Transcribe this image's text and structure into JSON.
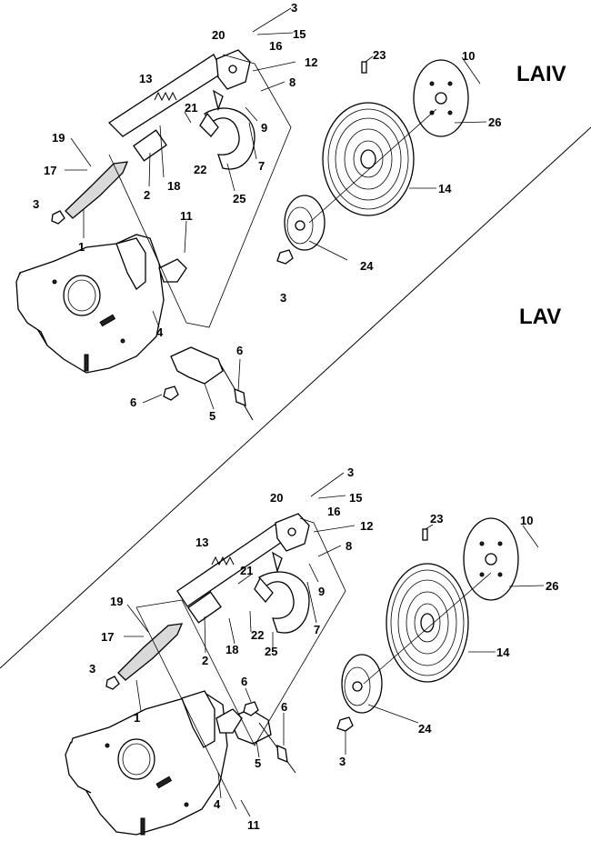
{
  "upper_view": {
    "title": "LAIV",
    "callouts": [
      "3",
      "15",
      "16",
      "20",
      "12",
      "13",
      "8",
      "23",
      "10",
      "26",
      "21",
      "9",
      "7",
      "22",
      "25",
      "19",
      "17",
      "2",
      "18",
      "14",
      "3",
      "1",
      "11",
      "24",
      "3",
      "4",
      "6",
      "6",
      "5"
    ]
  },
  "lower_view": {
    "title": "LAV",
    "callouts": [
      "3",
      "20",
      "15",
      "16",
      "12",
      "13",
      "8",
      "23",
      "10",
      "26",
      "21",
      "9",
      "19",
      "22",
      "7",
      "17",
      "18",
      "25",
      "2",
      "14",
      "3",
      "6",
      "1",
      "6",
      "24",
      "5",
      "3",
      "4",
      "11"
    ]
  }
}
